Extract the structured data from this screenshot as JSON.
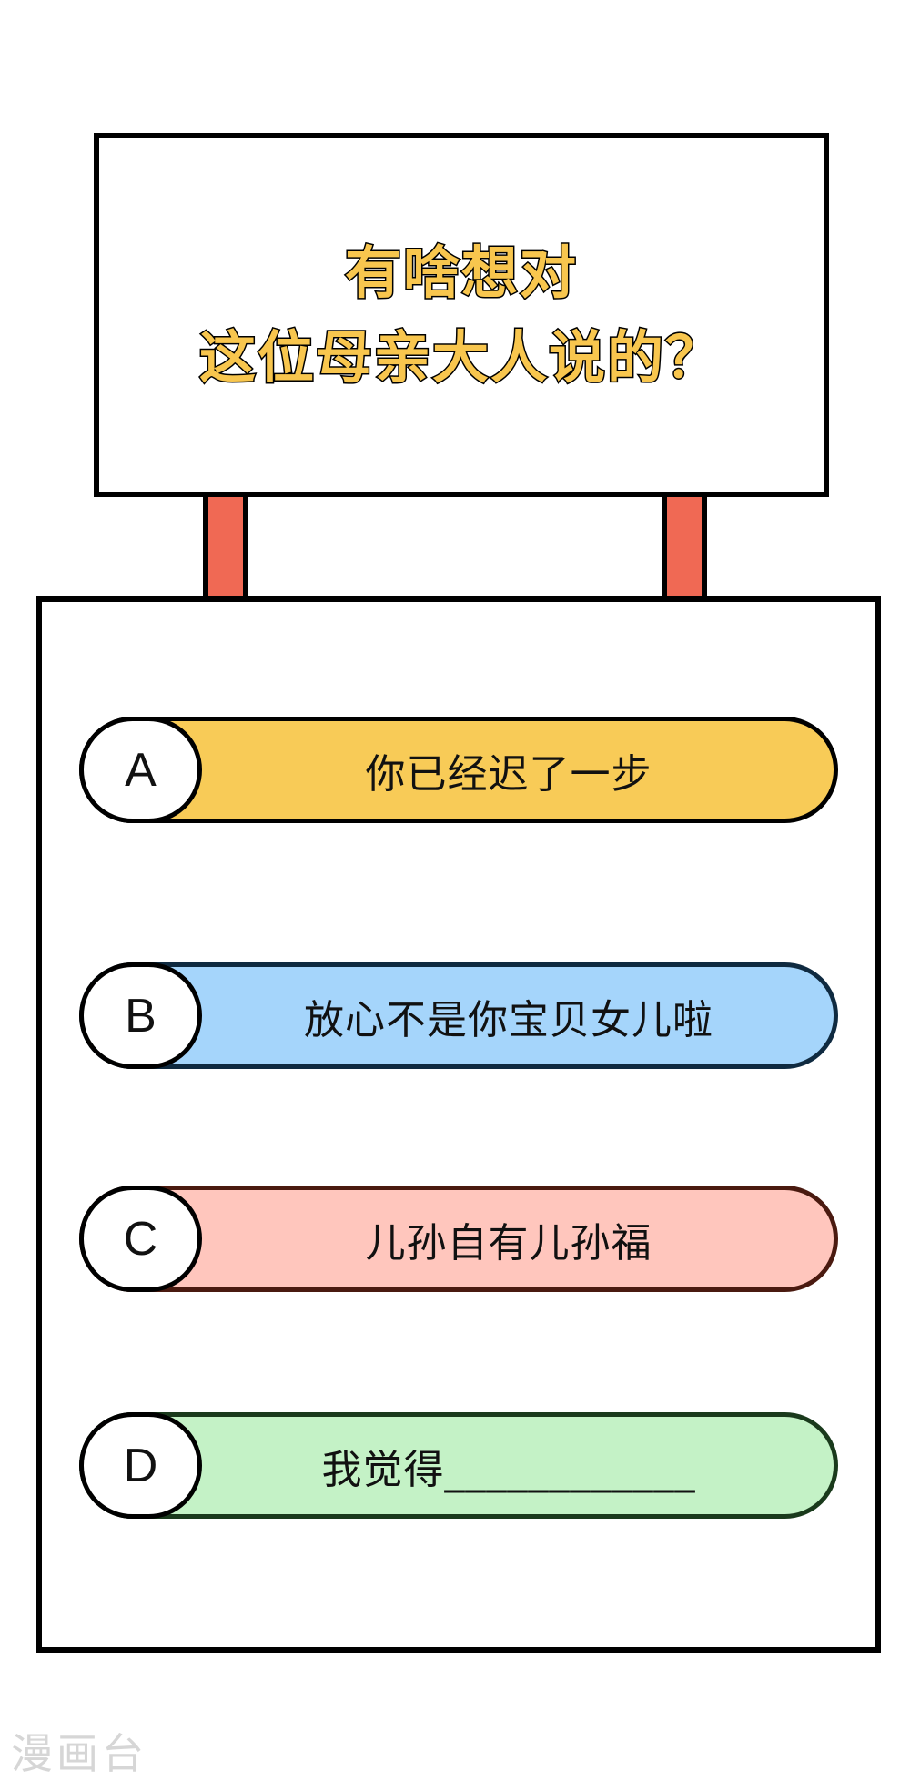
{
  "sign": {
    "line1": "有啥想对",
    "line2": "这位母亲大人说的？"
  },
  "options": [
    {
      "letter": "A",
      "text": "你已经迟了一步",
      "color": "#f8cb57",
      "border": "#000000"
    },
    {
      "letter": "B",
      "text": "放心不是你宝贝女儿啦",
      "color": "#a5d5fb",
      "border": "#0f2a40"
    },
    {
      "letter": "C",
      "text": "儿孙自有儿孙福",
      "color": "#ffc6bd",
      "border": "#4a1a10"
    },
    {
      "letter": "D",
      "text": "我觉得____________",
      "color": "#c4f2c6",
      "border": "#1a3a1c"
    }
  ],
  "watermark": "漫画台"
}
